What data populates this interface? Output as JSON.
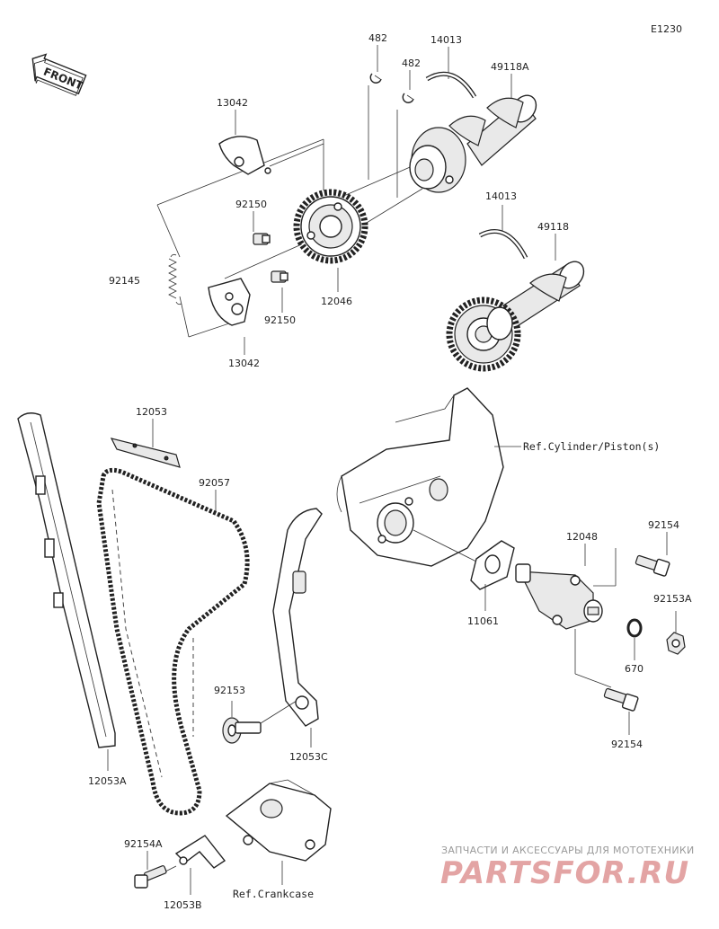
{
  "diagram_code": "E1230",
  "front_label": "FRONT",
  "labels": {
    "p482a": "482",
    "p482b": "482",
    "p14013a": "14013",
    "p49118A": "49118A",
    "p13042a": "13042",
    "p92150a": "92150",
    "p92145": "92145",
    "p92150b": "92150",
    "p12046": "12046",
    "p13042b": "13042",
    "p14013b": "14013",
    "p49118": "49118",
    "p12053": "12053",
    "p92057": "92057",
    "ref_cylinder": "Ref.Cylinder/Piston(s)",
    "p92154a": "92154",
    "p12048": "12048",
    "p92153A": "92153A",
    "p11061": "11061",
    "p670": "670",
    "p92153": "92153",
    "p12053C": "12053C",
    "p92154b": "92154",
    "p12053A": "12053A",
    "p92154A": "92154A",
    "p12053B": "12053B",
    "ref_crankcase": "Ref.Crankcase"
  },
  "watermark": {
    "tagline": "ЗАПЧАСТИ И АКСЕССУАРЫ ДЛЯ МОТОТЕХНИКИ",
    "brand": "PARTSFOR.RU"
  }
}
